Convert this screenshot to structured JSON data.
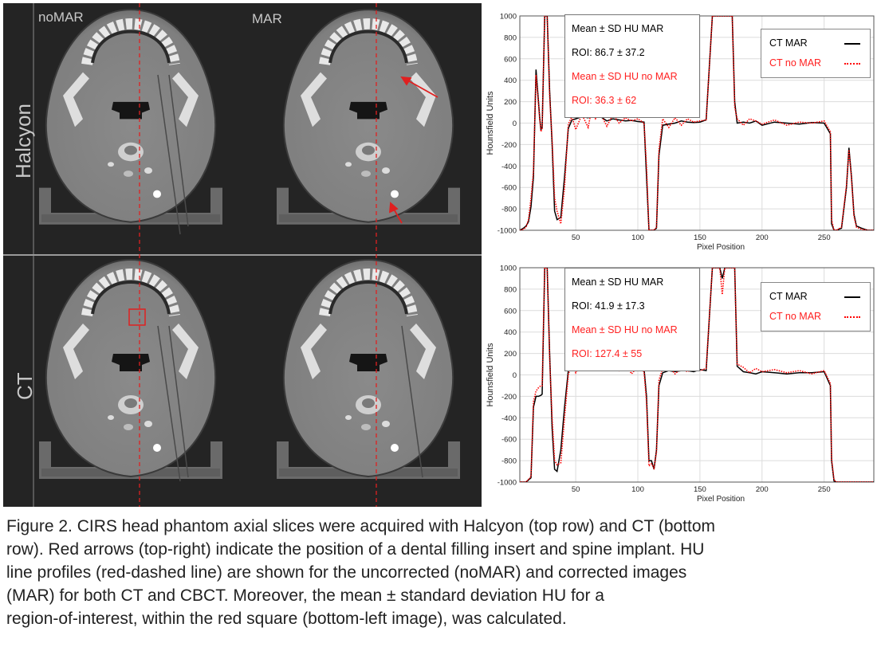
{
  "panels": {
    "col_left": "noMAR",
    "col_right": "MAR",
    "row_top": "Halcyon",
    "row_bottom": "CT"
  },
  "charts": [
    {
      "stats": {
        "title_mar": "Mean ± SD HU MAR",
        "roi_mar": "ROI: 86.7 ± 37.2",
        "title_nomar": "Mean ± SD HU no MAR",
        "roi_nomar": "ROI: 36.3 ± 62"
      },
      "legend": {
        "mar": "CT MAR",
        "nomar": "CT no MAR"
      }
    },
    {
      "stats": {
        "title_mar": "Mean ± SD HU MAR",
        "roi_mar": "ROI: 41.9 ± 17.3",
        "title_nomar": "Mean ± SD HU no MAR",
        "roi_nomar": "ROI: 127.4 ± 55"
      },
      "legend": {
        "mar": "CT MAR",
        "nomar": "CT no MAR"
      }
    }
  ],
  "chart_data": [
    {
      "type": "line",
      "xlabel": "Pixel Position",
      "ylabel": "Hounsfield Units",
      "xlim": [
        5,
        290
      ],
      "ylim": [
        -1000,
        1000
      ],
      "xticks": [
        50,
        100,
        150,
        200,
        250
      ],
      "yticks": [
        -1000,
        -800,
        -600,
        -400,
        -200,
        0,
        200,
        400,
        600,
        800,
        1000
      ],
      "series": [
        {
          "name": "CT MAR",
          "color": "#000000",
          "style": "solid",
          "x": [
            5,
            8,
            10,
            12,
            14,
            16,
            18,
            20,
            21,
            22,
            23,
            25,
            27,
            29,
            31,
            33,
            35,
            38,
            41,
            44,
            47,
            50,
            55,
            60,
            63,
            66,
            70,
            75,
            80,
            85,
            90,
            95,
            100,
            105,
            107,
            109,
            111,
            113,
            115,
            117,
            120,
            125,
            130,
            135,
            140,
            145,
            150,
            155,
            160,
            162,
            164,
            166,
            168,
            170,
            172,
            174,
            176,
            178,
            180,
            185,
            190,
            195,
            200,
            210,
            220,
            230,
            240,
            250,
            255,
            256,
            258,
            260,
            264,
            268,
            270,
            272,
            274,
            276,
            280,
            285,
            290
          ],
          "y": [
            -1000,
            -980,
            -960,
            -920,
            -780,
            -500,
            500,
            200,
            50,
            -60,
            -40,
            1000,
            1000,
            300,
            -200,
            -820,
            -900,
            -880,
            -500,
            -50,
            30,
            40,
            60,
            50,
            90,
            110,
            60,
            20,
            40,
            30,
            20,
            25,
            15,
            10,
            -500,
            -1000,
            -1000,
            -1000,
            -980,
            -300,
            -20,
            -10,
            0,
            20,
            10,
            5,
            10,
            30,
            1000,
            1000,
            1000,
            1000,
            1000,
            1000,
            1000,
            1000,
            1000,
            200,
            0,
            10,
            0,
            20,
            -20,
            10,
            0,
            -10,
            5,
            0,
            -100,
            -940,
            -1000,
            -1000,
            -980,
            -600,
            -230,
            -500,
            -850,
            -960,
            -980,
            -1000,
            -1000
          ]
        },
        {
          "name": "CT no MAR",
          "color": "#ff0000",
          "style": "dotted",
          "x": [
            5,
            8,
            10,
            12,
            14,
            16,
            18,
            20,
            21,
            22,
            23,
            25,
            27,
            29,
            31,
            33,
            35,
            38,
            41,
            44,
            47,
            50,
            55,
            60,
            63,
            66,
            70,
            75,
            80,
            85,
            90,
            95,
            100,
            105,
            107,
            109,
            111,
            113,
            115,
            117,
            120,
            125,
            130,
            135,
            140,
            145,
            150,
            155,
            160,
            162,
            164,
            166,
            168,
            170,
            172,
            174,
            176,
            178,
            180,
            185,
            190,
            195,
            200,
            210,
            220,
            230,
            240,
            250,
            255,
            256,
            258,
            260,
            264,
            268,
            270,
            272,
            274,
            276,
            280,
            285,
            290
          ],
          "y": [
            -1000,
            -990,
            -970,
            -900,
            -700,
            -450,
            450,
            180,
            40,
            -80,
            -50,
            1000,
            1000,
            250,
            -150,
            -700,
            -820,
            -940,
            -600,
            -10,
            60,
            -60,
            80,
            -40,
            140,
            40,
            90,
            -30,
            80,
            0,
            50,
            20,
            40,
            0,
            -400,
            -1000,
            -1000,
            -1000,
            -970,
            -250,
            40,
            -40,
            50,
            -20,
            40,
            10,
            20,
            30,
            1000,
            1000,
            1000,
            1000,
            1000,
            1000,
            1000,
            1000,
            1000,
            150,
            40,
            -20,
            40,
            20,
            -10,
            30,
            -20,
            10,
            0,
            20,
            -80,
            -900,
            -1000,
            -1000,
            -970,
            -580,
            -250,
            -520,
            -870,
            -970,
            -990,
            -1000,
            -1000
          ]
        }
      ]
    },
    {
      "type": "line",
      "xlabel": "Pixel Position",
      "ylabel": "Hounsfield Units",
      "xlim": [
        5,
        290
      ],
      "ylim": [
        -1000,
        1000
      ],
      "xticks": [
        50,
        100,
        150,
        200,
        250
      ],
      "yticks": [
        -1000,
        -800,
        -600,
        -400,
        -200,
        0,
        200,
        400,
        600,
        800,
        1000
      ],
      "series": [
        {
          "name": "CT MAR",
          "color": "#000000",
          "style": "solid",
          "x": [
            5,
            10,
            14,
            16,
            18,
            20,
            22,
            23,
            25,
            27,
            29,
            31,
            33,
            35,
            38,
            41,
            44,
            47,
            50,
            55,
            60,
            65,
            70,
            75,
            80,
            85,
            90,
            95,
            100,
            105,
            107,
            109,
            111,
            113,
            115,
            117,
            120,
            125,
            130,
            135,
            140,
            145,
            150,
            155,
            160,
            164,
            166,
            168,
            170,
            172,
            174,
            176,
            178,
            180,
            185,
            190,
            195,
            200,
            210,
            220,
            230,
            240,
            250,
            255,
            256,
            258,
            260,
            265,
            270,
            280,
            290
          ],
          "y": [
            -1000,
            -1000,
            -960,
            -300,
            -200,
            -200,
            -190,
            -180,
            1000,
            1000,
            200,
            -500,
            -880,
            -900,
            -700,
            -300,
            40,
            60,
            80,
            60,
            70,
            100,
            80,
            60,
            70,
            80,
            50,
            60,
            50,
            60,
            -200,
            -800,
            -800,
            -880,
            -700,
            -100,
            20,
            40,
            30,
            40,
            40,
            30,
            50,
            40,
            1000,
            1000,
            1000,
            900,
            1000,
            1000,
            1000,
            1000,
            1000,
            80,
            30,
            20,
            10,
            30,
            20,
            10,
            20,
            20,
            30,
            -100,
            -800,
            -990,
            -1000,
            -1000,
            -1000,
            -1000,
            -1000
          ]
        },
        {
          "name": "CT no MAR",
          "color": "#ff0000",
          "style": "dotted",
          "x": [
            5,
            10,
            14,
            16,
            18,
            20,
            22,
            23,
            25,
            27,
            29,
            31,
            33,
            35,
            38,
            41,
            44,
            47,
            50,
            55,
            60,
            65,
            70,
            75,
            80,
            85,
            90,
            95,
            100,
            105,
            107,
            109,
            111,
            113,
            115,
            117,
            120,
            125,
            130,
            135,
            140,
            145,
            150,
            155,
            160,
            164,
            166,
            168,
            170,
            172,
            174,
            176,
            178,
            180,
            185,
            190,
            195,
            200,
            210,
            220,
            230,
            240,
            250,
            255,
            256,
            258,
            260,
            265,
            270,
            280,
            290
          ],
          "y": [
            -1000,
            -1000,
            -950,
            -250,
            -150,
            -120,
            -100,
            -100,
            1000,
            1000,
            150,
            -400,
            -800,
            -840,
            -820,
            -400,
            0,
            120,
            20,
            130,
            180,
            90,
            160,
            50,
            120,
            40,
            100,
            10,
            80,
            30,
            -250,
            -850,
            -830,
            -870,
            -720,
            -50,
            60,
            80,
            10,
            60,
            30,
            60,
            40,
            60,
            1000,
            1000,
            1000,
            750,
            1000,
            1000,
            1000,
            1000,
            1000,
            100,
            70,
            20,
            60,
            30,
            50,
            20,
            40,
            10,
            40,
            -80,
            -780,
            -980,
            -1000,
            -1000,
            -1000,
            -1000,
            -1000
          ]
        }
      ]
    }
  ],
  "caption": [
    "Figure 2. CIRS head phantom axial slices were acquired with Halcyon (top row) and CT (bottom",
    "row). Red arrows (top-right) indicate the position of a dental filling insert and spine implant. HU",
    "line profiles (red-dashed line) are shown for the uncorrected (noMAR) and corrected images",
    "(MAR) for both CT and CBCT. Moreover, the mean ± standard deviation HU for a",
    "region-of-interest, within the red square (bottom-left image), was calculated."
  ]
}
